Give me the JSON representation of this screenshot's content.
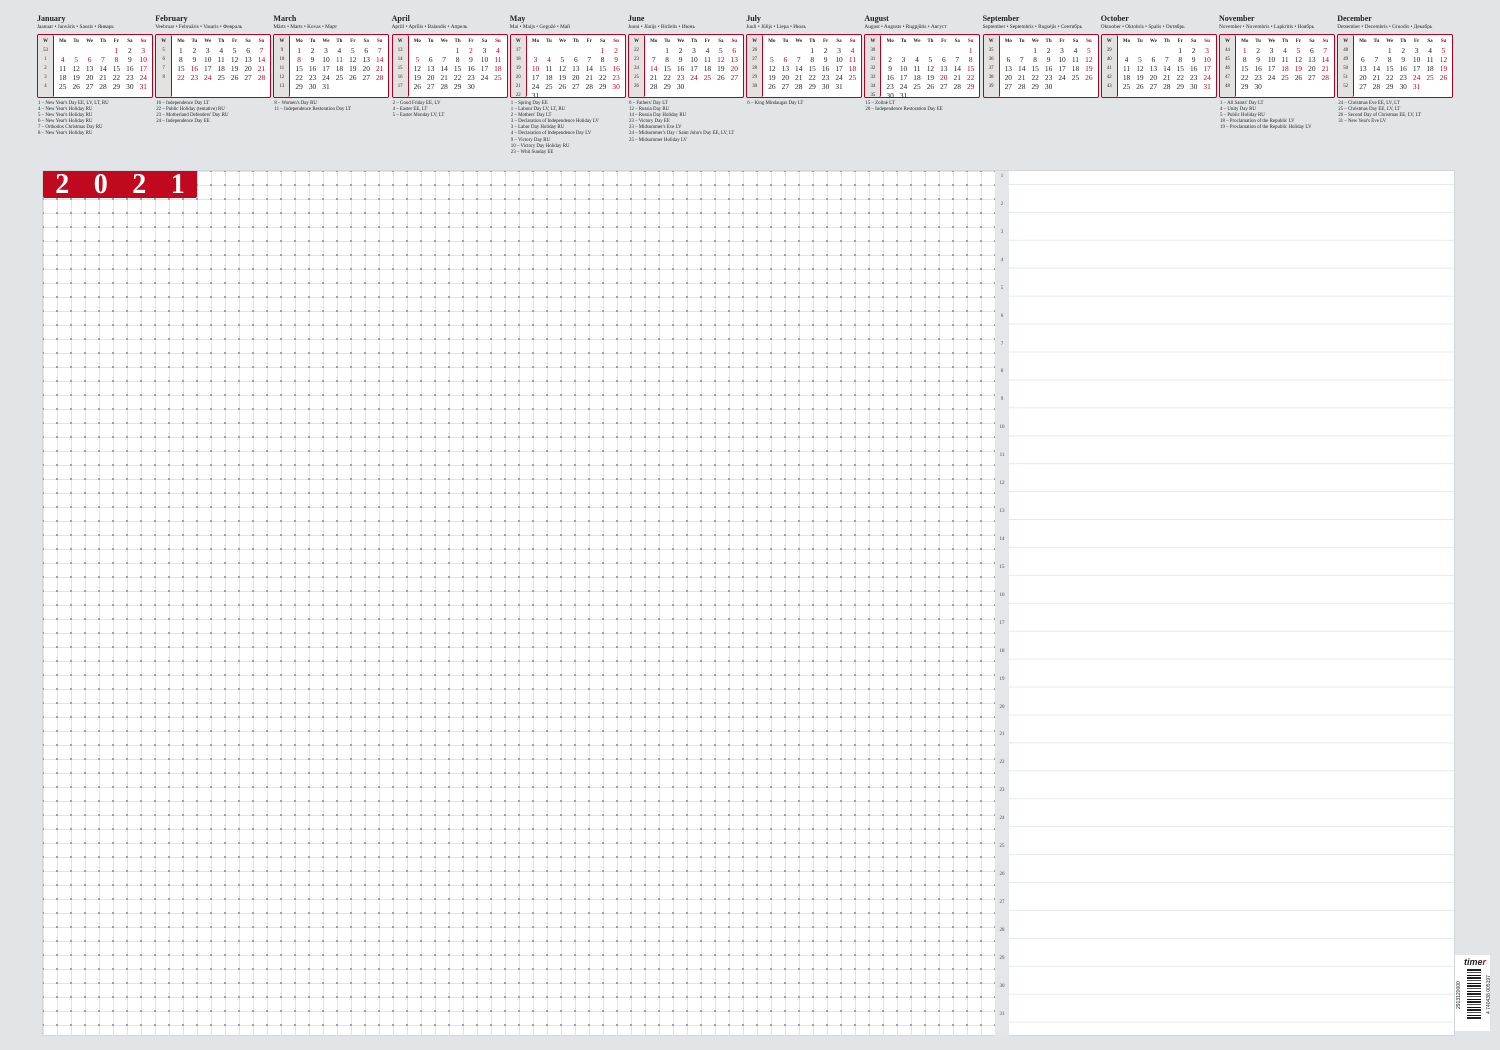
{
  "calendar_header": {
    "week_label": "W",
    "weekdays": [
      "Mo",
      "Tu",
      "We",
      "Th",
      "Fr",
      "Sa",
      "Su"
    ]
  },
  "months": [
    {
      "name": "January",
      "subtitle": "Jaanuar • Janvāris • Sausis • Январь",
      "offset": 4,
      "days": 31,
      "weeks": [
        53,
        1,
        2,
        3,
        4
      ],
      "red": [
        1,
        3,
        4,
        5,
        6,
        7,
        8,
        10,
        17,
        24,
        31
      ],
      "holidays": [
        "1 – New Year's Day EE, LV, LT, RU",
        "4 – New Year's Holiday RU",
        "5 – New Year's Holiday RU",
        "6 – New Year's Holiday RU",
        "7 – Orthodox Christmas Day RU",
        "8 – New Year's Holiday RU"
      ]
    },
    {
      "name": "February",
      "subtitle": "Veebruar • Februāris • Vasaris • Февраль",
      "offset": 0,
      "days": 28,
      "weeks": [
        5,
        6,
        7,
        8
      ],
      "red": [
        7,
        14,
        16,
        21,
        22,
        23,
        24,
        28
      ],
      "holidays": [
        "16 – Independence Day LT",
        "22 – Public Holiday (tentative) RU",
        "23 – Motherland Defenders' Day RU",
        "24 – Independence Day EE"
      ]
    },
    {
      "name": "March",
      "subtitle": "Märts • Marts • Kovas • Март",
      "offset": 0,
      "days": 31,
      "weeks": [
        9,
        10,
        11,
        12,
        13
      ],
      "red": [
        7,
        8,
        11,
        14,
        21,
        28
      ],
      "holidays": [
        "8 – Women's Day RU",
        "11 – Independence Restoration Day LT"
      ]
    },
    {
      "name": "April",
      "subtitle": "Aprill • Aprīlis • Balandis • Апрель",
      "offset": 3,
      "days": 30,
      "weeks": [
        13,
        14,
        15,
        16,
        17
      ],
      "red": [
        2,
        4,
        5,
        11,
        18,
        25
      ],
      "holidays": [
        "2 – Good Friday EE, LV",
        "4 – Easter EE, LT",
        "5 – Easter Monday LV, LT"
      ]
    },
    {
      "name": "May",
      "subtitle": "Mai • Maijs • Gegužė • Май",
      "offset": 5,
      "days": 31,
      "weeks": [
        17,
        18,
        19,
        20,
        21,
        22
      ],
      "red": [
        1,
        2,
        3,
        4,
        9,
        10,
        16,
        23,
        30
      ],
      "holidays": [
        "1 – Spring Day EE",
        "1 – Labour Day LV, LT, RU",
        "2 – Mothers' Day LT",
        "3 – Declaration of Independence Holiday LV",
        "3 – Labor Day Holiday RU",
        "4 – Declaration of Independence Day LV",
        "9 – Victory Day RU",
        "10 – Victory Day Holiday RU",
        "23 – Whit Sunday EE"
      ]
    },
    {
      "name": "June",
      "subtitle": "Juuni • Jūnijs • Birželis • Июнь",
      "offset": 1,
      "days": 30,
      "weeks": [
        22,
        23,
        24,
        25,
        26
      ],
      "red": [
        6,
        12,
        13,
        14,
        20,
        23,
        24,
        25,
        27
      ],
      "holidays": [
        "6 – Fathers' Day LT",
        "12 – Russia Day RU",
        "14 – Russia Day Holiday RU",
        "23 – Victory Day EE",
        "23 – Midsummer's Eve LV",
        "24 – Midsummer's Day / Saint John's Day EE, LV, LT",
        "25 – Midsummer Holiday LV"
      ]
    },
    {
      "name": "July",
      "subtitle": "Juuli • Jūlijs • Liepa • Июль",
      "offset": 3,
      "days": 31,
      "weeks": [
        26,
        27,
        28,
        29,
        30
      ],
      "red": [
        4,
        6,
        11,
        18,
        25
      ],
      "holidays": [
        "6 – King Mindaugas Day LT"
      ]
    },
    {
      "name": "August",
      "subtitle": "August • Augusts • Rugpjūtis • Август",
      "offset": 6,
      "days": 31,
      "weeks": [
        30,
        31,
        32,
        33,
        34,
        35
      ],
      "red": [
        1,
        8,
        15,
        20,
        22,
        29
      ],
      "holidays": [
        "15 – Zolinė LT",
        "20 – Independence Restoration Day EE"
      ]
    },
    {
      "name": "September",
      "subtitle": "September • Septembris • Rugsėjis • Сентябрь",
      "offset": 2,
      "days": 30,
      "weeks": [
        35,
        36,
        37,
        38,
        39
      ],
      "red": [
        5,
        12,
        19,
        26
      ],
      "holidays": []
    },
    {
      "name": "October",
      "subtitle": "Oktoober • Oktobris • Spalis • Октябрь",
      "offset": 4,
      "days": 31,
      "weeks": [
        39,
        40,
        41,
        42,
        43
      ],
      "red": [
        3,
        10,
        17,
        24,
        31
      ],
      "holidays": []
    },
    {
      "name": "November",
      "subtitle": "November • Novembris • Lapkritis • Ноябрь",
      "offset": 0,
      "days": 30,
      "weeks": [
        44,
        45,
        46,
        47,
        48
      ],
      "red": [
        1,
        4,
        5,
        7,
        14,
        18,
        19,
        21,
        28
      ],
      "holidays": [
        "1 – All Saints' Day LT",
        "4 – Unity Day RU",
        "5 – Public Holiday RU",
        "18 – Proclamation of the Republic LV",
        "19 – Proclamation of the Republic Holiday LV"
      ]
    },
    {
      "name": "December",
      "subtitle": "Detsember • Decembris • Gruodis • Декабрь",
      "offset": 2,
      "days": 31,
      "weeks": [
        48,
        49,
        50,
        51,
        52
      ],
      "red": [
        5,
        12,
        19,
        24,
        25,
        26,
        31
      ],
      "holidays": [
        "24 – Christmas Eve EE, LV, LT",
        "25 – Christmas Day EE, LV, LT",
        "26 – Second Day of Christmas EE, LV, LT",
        "31 – New Year's Eve LV"
      ]
    }
  ],
  "planner": {
    "year_digits": [
      "2",
      "0",
      "2",
      "1"
    ],
    "day_numbers": [
      1,
      2,
      3,
      4,
      5,
      6,
      7,
      8,
      9,
      10,
      11,
      12,
      13,
      14,
      15,
      16,
      17,
      18,
      19,
      20,
      21,
      22,
      23,
      24,
      25,
      26,
      27,
      28,
      29,
      30,
      31
    ]
  },
  "brand": {
    "logo_main": "time",
    "logo_accent": "r",
    "article_code": "2913120000",
    "ean": "4 740438 005197"
  },
  "colors": {
    "accent": "#c0091f",
    "background": "#e1e5e8"
  }
}
